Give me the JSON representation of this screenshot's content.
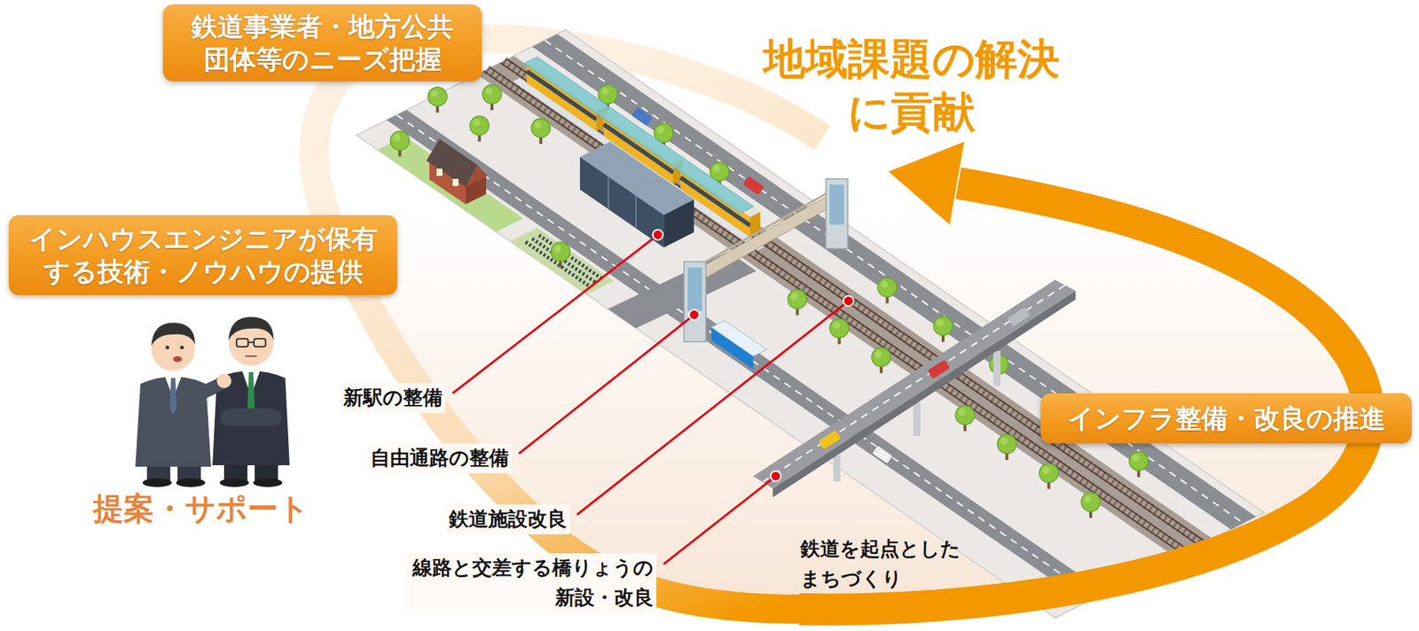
{
  "diagram": {
    "nodes": [
      {
        "text": [
          "鉄道事業者・地方公共 団体等のニーズ把握"
        ]
      },
      {
        "text": [
          "インハウスエンジニアが保有 する技術・ノウハウの提供"
        ]
      },
      {
        "text": [
          "インフラ整備・改良の推進"
        ]
      }
    ],
    "labels": [
      "地域課題の解決 に貢献",
      "提案・サポート",
      "新駅の整備",
      "自由通路の整備",
      "鉄道施設改良",
      "線路と交差する橋りょうの 新設・改良",
      "鉄道を起点とした まちづくり"
    ]
  }
}
